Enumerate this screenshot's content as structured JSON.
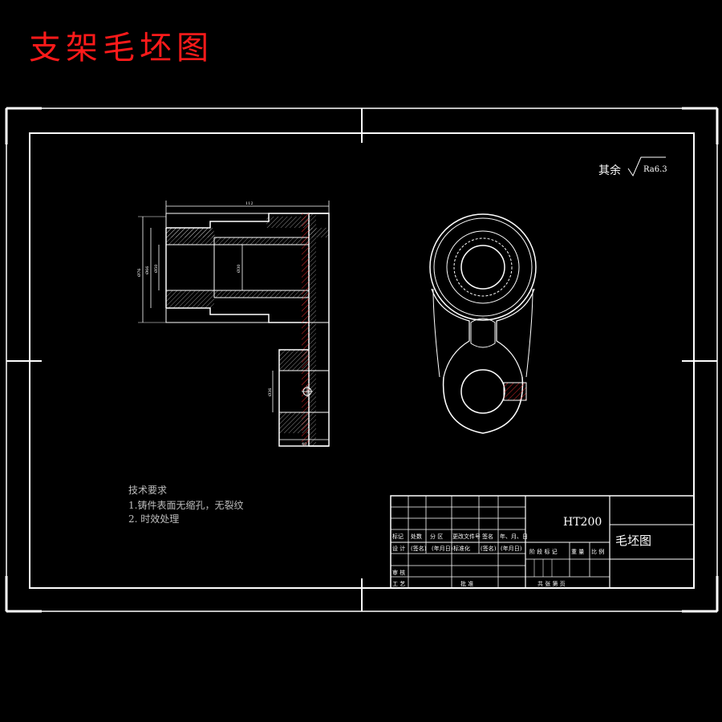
{
  "title": "支架毛坯图",
  "surface_note": {
    "label": "其余",
    "roughness": "Ra6.3"
  },
  "dims": {
    "top_length": "112",
    "left_outer": "Ø76",
    "left_mid": "Ø66",
    "left_inner": "Ø50",
    "bore": "Ø30",
    "lower_bore": "Ø36",
    "bottom_width": "40"
  },
  "tech": {
    "heading": "技术要求",
    "line1": "1.铸件表面无缩孔，无裂纹",
    "line2": "2. 时效处理"
  },
  "title_block": {
    "material": "HT200",
    "part_name": "毛坯图",
    "row_mark": "标记",
    "row_count": "处数",
    "row_zone": "分 区",
    "row_change": "更改文件号",
    "row_sign": "签名",
    "row_date": "年、月、日",
    "design": "设 计",
    "sign_paren": "(签名)",
    "date_paren": "(年月日)",
    "std": "标准化",
    "check": "审 核",
    "process": "工 艺",
    "approve": "批 准",
    "stage_labels": "阶 段 标 记",
    "weight": "重 量",
    "scale": "比 例",
    "sheets": "共 张 第 页"
  }
}
